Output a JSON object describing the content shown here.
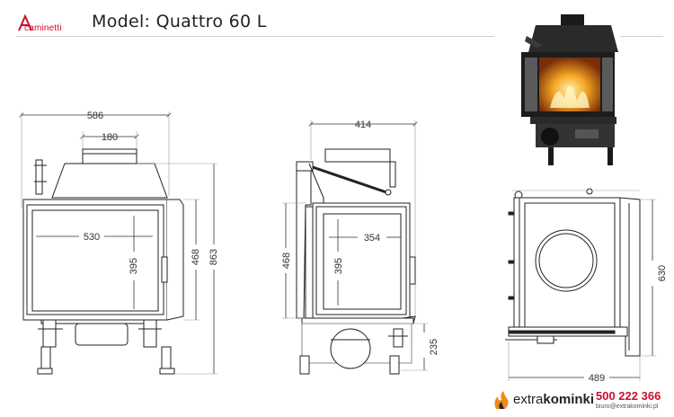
{
  "header": {
    "brand": "caminetti",
    "model_title": "Model: Quattro 60 L"
  },
  "front_view": {
    "overall_width": "586",
    "flue_diameter": "180",
    "glass_width": "530",
    "glass_height": "395",
    "body_height": "468",
    "total_height": "863"
  },
  "side_view": {
    "depth": "414",
    "glass_width": "354",
    "glass_height": "395",
    "body_height": "468",
    "air_intake_height": "235"
  },
  "top_view": {
    "depth": "630",
    "width": "489"
  },
  "footer": {
    "brand_prefix": "extra",
    "brand_suffix": "kominki",
    "phone": "500 222 366",
    "email": "biuro@extrakominki.pl"
  },
  "colors": {
    "accent": "#c8102e",
    "orange": "#f08a1c",
    "line": "#222222"
  }
}
